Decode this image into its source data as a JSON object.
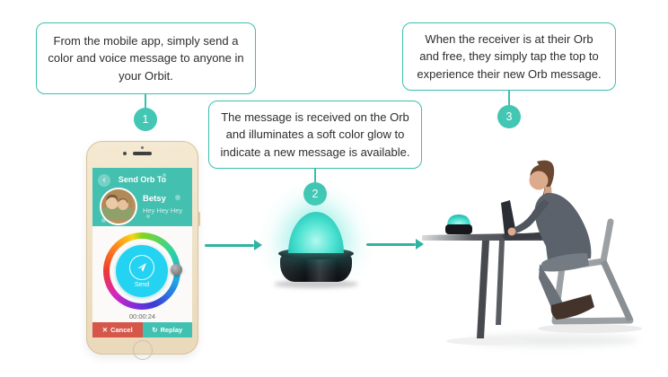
{
  "colors": {
    "accent": "#3CBFAE",
    "step_circle": "#43C6B3",
    "arrow": "#2FB3A2",
    "phone_header": "#44C0B0",
    "send_button": "#23D3F1",
    "cancel_button": "#D6564A",
    "replay_button": "#41C1B1",
    "orb_glow": "#3FE0CF"
  },
  "steps": [
    {
      "number": "1",
      "text": "From the mobile app, simply send a color and voice message to anyone in your Orbit."
    },
    {
      "number": "2",
      "text": "The message is received on the Orb and illuminates a soft color glow to indicate a new message is available."
    },
    {
      "number": "3",
      "text": "When the receiver is at their Orb and free, they simply tap the top to experience their new Orb message."
    }
  ],
  "phone": {
    "header_title": "Send Orb To",
    "back_icon": "‹",
    "contact": {
      "name": "Betsy",
      "message": "Hey Hey Hey"
    },
    "send_label": "Send",
    "timer": "00:00:24",
    "cancel_icon": "✕",
    "cancel_label": "Cancel",
    "replay_icon": "↻",
    "replay_label": "Replay"
  }
}
